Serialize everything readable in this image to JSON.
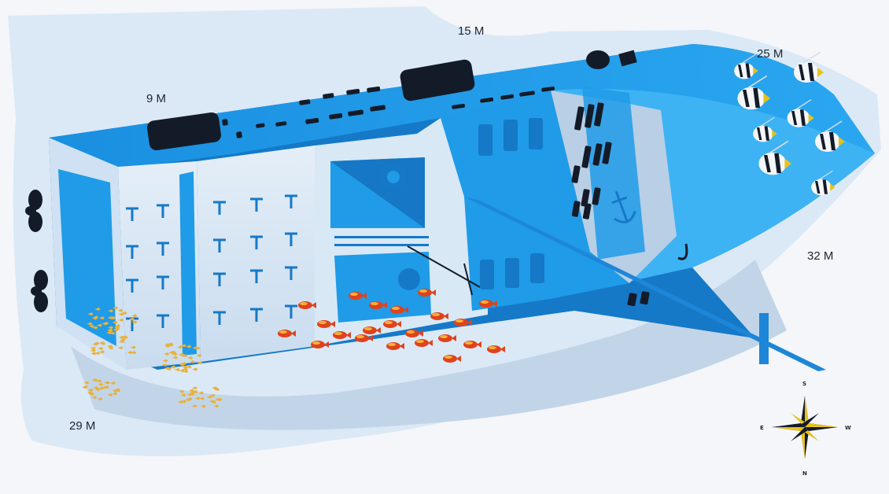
{
  "depth_labels": {
    "d9": "9 M",
    "d15": "15 M",
    "d25": "25 M",
    "d29": "29 M",
    "d32": "32 M"
  },
  "compass": {
    "n": "N",
    "s": "S",
    "e": "E",
    "w": "W"
  },
  "icons": [
    "propeller-icon",
    "anchor-icon",
    "compass-rose-icon",
    "bannerfish-icon",
    "red-fish-icon",
    "yellow-fish-school-icon"
  ],
  "colors": {
    "sea_light": "#dbe9f6",
    "deck_blue": "#1f9be8",
    "hull_blue": "#1579c8",
    "hull_pale": "#d8e8f5",
    "dark_window": "#141b28",
    "red_fish": "#e0421c",
    "yellow_fish": "#e8b23c",
    "compass_gold": "#e6c21d"
  }
}
